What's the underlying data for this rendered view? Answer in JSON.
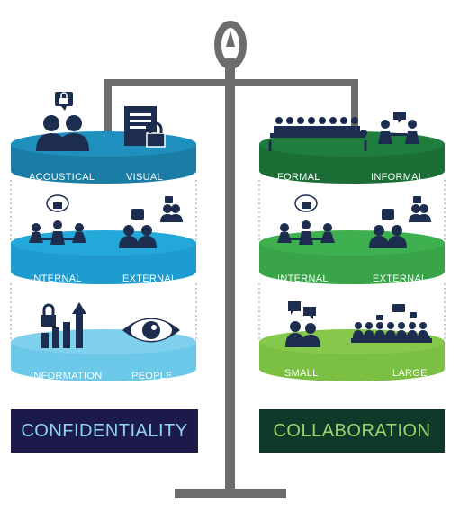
{
  "left": {
    "title": "CONFIDENTIALITY",
    "tiers": [
      {
        "a": "ACOUSTICAL",
        "b": "VISUAL"
      },
      {
        "a": "INTERNAL",
        "b": "EXTERNAL"
      },
      {
        "a": "INFORMATION",
        "b": "PEOPLE"
      }
    ]
  },
  "right": {
    "title": "COLLABORATION",
    "tiers": [
      {
        "a": "FORMAL",
        "b": "INFORMAL"
      },
      {
        "a": "INTERNAL",
        "b": "EXTERNAL"
      },
      {
        "a": "SMALL",
        "b": "LARGE"
      }
    ]
  },
  "colors": {
    "scale": "#6d6d6d",
    "left_tier1": "#1a7da6",
    "left_tier2": "#1f9ccf",
    "left_tier3": "#6cc8e8",
    "right_tier1": "#1c6e37",
    "right_tier2": "#38a447",
    "right_tier3": "#7cc043",
    "icon": "#1c2d4f"
  }
}
